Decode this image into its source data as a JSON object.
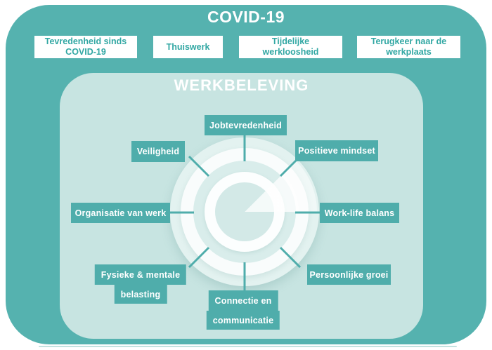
{
  "colors": {
    "outer_bg": "#55b2af",
    "panel_bg": "#c7e4e1",
    "box_teal": "#4fadab",
    "teal_text": "#31a7a3",
    "connector": "#4fadab"
  },
  "header": {
    "title": "COVID-19",
    "boxes": [
      {
        "line1": "Tevredenheid sinds",
        "line2": "COVID-19"
      },
      {
        "line1": "Thuiswerk",
        "line2": ""
      },
      {
        "line1": "Tijdelijke",
        "line2": "werkloosheid"
      },
      {
        "line1": "Terugkeer naar de",
        "line2": "werkplaats"
      }
    ]
  },
  "panel": {
    "title": "WERKBELEVING",
    "spokes": {
      "north": "Jobtevredenheid",
      "northeast": "Positieve mindset",
      "east": "Work-life balans",
      "southeast": "Persoonlijke groei",
      "south_line1": "Connectie en",
      "south_line2": "communicatie",
      "southwest_line1": "Fysieke & mentale",
      "southwest_line2": "belasting",
      "west": "Organisatie van werk",
      "northwest": "Veiligheid"
    }
  }
}
